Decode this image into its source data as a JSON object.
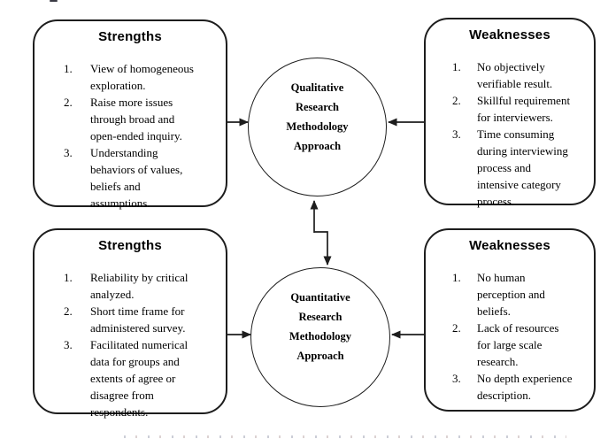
{
  "diagram": {
    "boxes": [
      {
        "title": "Strengths",
        "items": [
          {
            "num": "1.",
            "text": "View of homogeneous\nexploration."
          },
          {
            "num": "2.",
            "text": "Raise more issues\nthrough broad and\nopen-ended inquiry."
          },
          {
            "num": "3.",
            "text": "Understanding\nbehaviors of values,\nbeliefs and\nassumptions."
          }
        ]
      },
      {
        "title": "Weaknesses",
        "items": [
          {
            "num": "1.",
            "text": "No objectively\nverifiable result."
          },
          {
            "num": "2.",
            "text": "Skillful requirement\nfor interviewers."
          },
          {
            "num": "3.",
            "text": "Time consuming\nduring interviewing\nprocess and\nintensive category\nprocess."
          }
        ]
      },
      {
        "title": "Strengths",
        "items": [
          {
            "num": "1.",
            "text": "Reliability by critical\nanalyzed."
          },
          {
            "num": "2.",
            "text": "Short time frame for\nadministered survey."
          },
          {
            "num": "3.",
            "text": "Facilitated numerical\ndata for groups and\nextents of agree or\ndisagree from\nrespondents."
          }
        ]
      },
      {
        "title": "Weaknesses",
        "items": [
          {
            "num": "1.",
            "text": "No human\nperception and\nbeliefs."
          },
          {
            "num": "2.",
            "text": "Lack of resources\nfor large scale\nresearch."
          },
          {
            "num": "3.",
            "text": "No depth experience\ndescription."
          }
        ]
      }
    ],
    "circles": [
      {
        "text": "Qualitative\nResearch\nMethodology\nApproach"
      },
      {
        "text": "Quantitative\nResearch\nMethodology\nApproach"
      }
    ],
    "colors": {
      "line": "#1d1d1d",
      "text": "#000000",
      "background": "#ffffff"
    }
  }
}
